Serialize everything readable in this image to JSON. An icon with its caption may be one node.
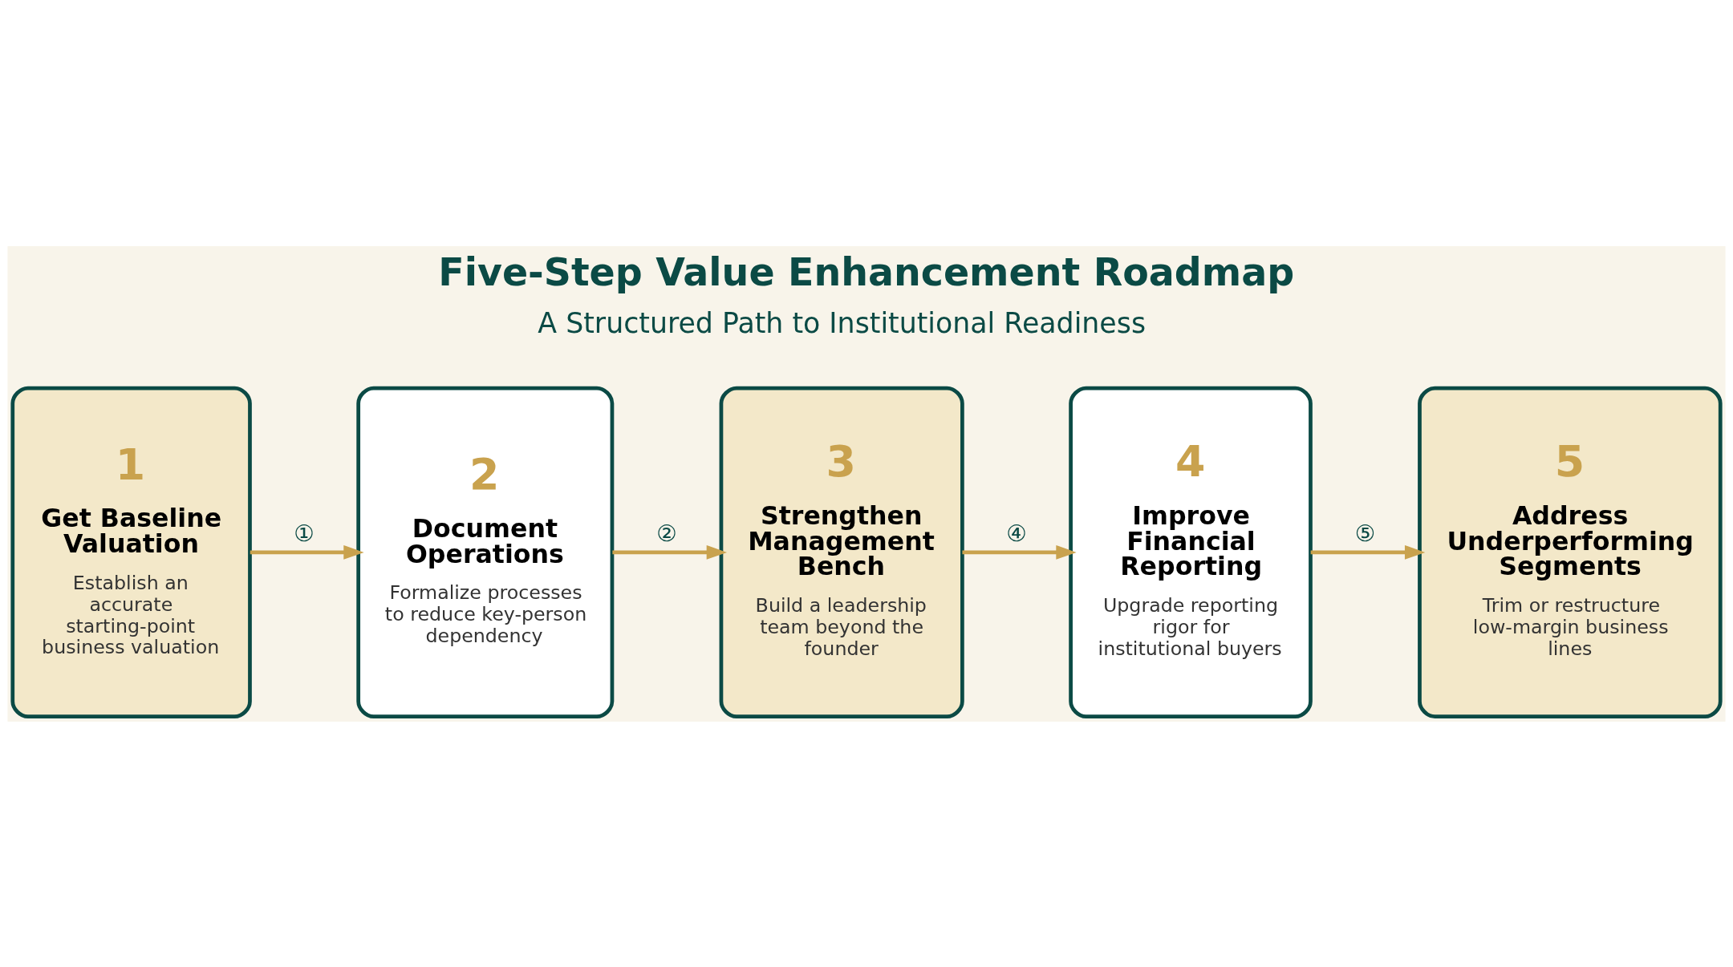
{
  "diagram": {
    "title": "Five-Step Value Enhancement Roadmap",
    "nodes": [
      {
        "text": [
          "1",
          "Get Baseline Valuation",
          "Establish an accurate starting-point business valuation"
        ]
      },
      {
        "text": [
          "2",
          "Document Operations",
          "Formalize processes to reduce key-person dependency"
        ]
      },
      {
        "text": [
          "3",
          "Strengthen Management Bench",
          "Build a leadership team beyond the founder"
        ]
      },
      {
        "text": [
          "4",
          "Improve Financial Reporting",
          "Upgrade reporting rigor for institutional buyers"
        ]
      },
      {
        "text": [
          "5",
          "Address Underperforming Segments",
          "Trim or restructure low-margin business lines"
        ]
      }
    ],
    "edges": [
      {
        "from": 0,
        "to": 1,
        "arrow": "to",
        "label": "①"
      },
      {
        "from": 1,
        "to": 2,
        "arrow": "to",
        "label": "②"
      },
      {
        "from": 2,
        "to": 3,
        "arrow": "to",
        "label": "④"
      },
      {
        "from": 3,
        "to": 4,
        "arrow": "to",
        "label": "⑤"
      }
    ],
    "labels": [
      "A Structured Path to Institutional Readiness"
    ]
  }
}
